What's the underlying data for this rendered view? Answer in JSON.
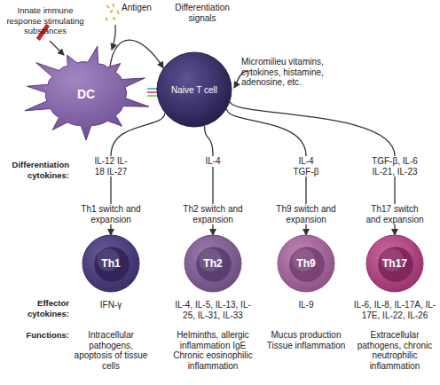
{
  "diagram": {
    "nodes": [
      {
        "text": [
          "DC"
        ]
      },
      {
        "text": [
          "Naive T cell"
        ]
      },
      {
        "text": [
          "Th1"
        ]
      },
      {
        "text": [
          "Th2"
        ]
      },
      {
        "text": [
          "Th9"
        ]
      },
      {
        "text": [
          "Th17"
        ]
      }
    ],
    "edges": [
      {
        "from": 0,
        "to": 1,
        "arrow": "to"
      },
      {
        "from": 1,
        "to": 2,
        "arrow": "to"
      },
      {
        "from": 1,
        "to": 3,
        "arrow": "to"
      },
      {
        "from": 1,
        "to": 4,
        "arrow": "to"
      },
      {
        "from": 1,
        "to": 5,
        "arrow": "to"
      }
    ],
    "labels": [
      "Innate immune response stimulating substances",
      "Antigen",
      "Differentiation signals",
      "Micromilieu vitamins, cytokines, histamine, adenosine, etc.",
      "Differentiation cytokines:",
      "IL-12 IL-18 IL-27",
      "IL-4",
      "IL-4 TGF-β",
      "TGF-β, IL-6 IL-21, IL-23",
      "Th1 switch and expansion",
      "Th2 switch and expansion",
      "Th9 switch and expansion",
      "Th17 switch and expansion",
      "Effector cytokines:",
      "IFN-γ",
      "IL-4, IL-5, IL-13, IL-25, IL-31, IL-33",
      "IL-9",
      "IL-6, IL-8, IL-17A, IL-17E, IL-22, IL-26",
      "Functions:",
      "Intracellular pathogens, apoptosis of tissue cells",
      "Helminths, allergic inflammation IgE Chronic eosinophilic inflammation",
      "Mucus production Tissue inflammation",
      "Extracellular pathogens, chronic neutrophilic inflammation"
    ]
  }
}
